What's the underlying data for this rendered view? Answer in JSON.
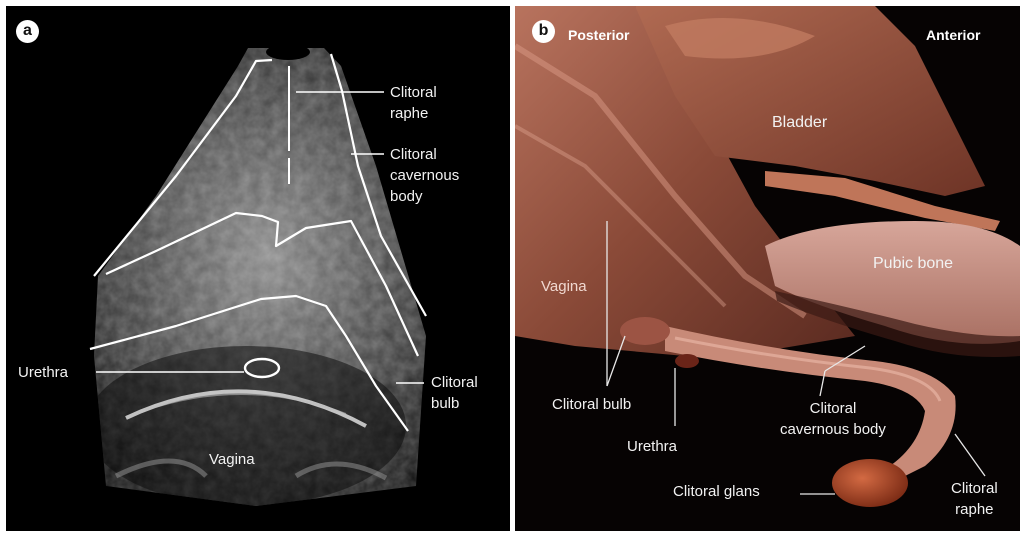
{
  "panel_a": {
    "badge": "a",
    "labels": {
      "clitoral_raphe": "Clitoral\nraphe",
      "clitoral_cavernous_body": "Clitoral\ncavernous\nbody",
      "urethra": "Urethra",
      "clitoral_bulb": "Clitoral\nbulb",
      "vagina": "Vagina"
    }
  },
  "panel_b": {
    "badge": "b",
    "orientation": {
      "posterior": "Posterior",
      "anterior": "Anterior"
    },
    "labels": {
      "bladder": "Bladder",
      "pubic_bone": "Pubic bone",
      "vagina": "Vagina",
      "clitoral_bulb": "Clitoral bulb",
      "urethra": "Urethra",
      "clitoral_cavernous_body": "Clitoral\ncavernous body",
      "clitoral_glans": "Clitoral glans",
      "clitoral_raphe": "Clitoral\nraphe"
    }
  },
  "colors": {
    "ultrasound_background": "#000000",
    "outline": "#ffffff",
    "tissue": "#c98b76",
    "bone": "#c09088",
    "glans": "#b84a28"
  }
}
